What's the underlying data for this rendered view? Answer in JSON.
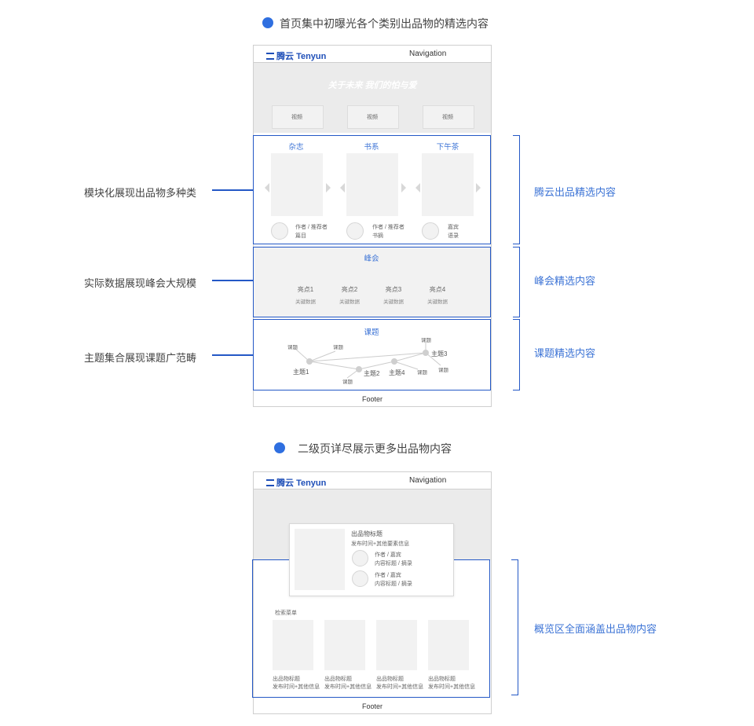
{
  "section1": {
    "title": "首页集中初曝光各个类别出品物的精选内容"
  },
  "section2": {
    "title": "二级页详尽展示更多出品物内容"
  },
  "home": {
    "logo": "Tenyun",
    "logo_cn": "腾云",
    "nav": "Navigation",
    "hero_text": "关于未来 我们的怕与爱",
    "videos": [
      "视频",
      "视频",
      "视频"
    ],
    "modules": [
      {
        "title": "杂志",
        "lines": [
          "作者 / 推荐者",
          "篇目"
        ]
      },
      {
        "title": "书系",
        "lines": [
          "作者 / 推荐者",
          "书摘"
        ]
      },
      {
        "title": "下午茶",
        "lines": [
          "嘉宾",
          "语录"
        ]
      }
    ],
    "summit": {
      "title": "峰会",
      "highlights": [
        {
          "label": "亮点1",
          "sub": "关键数据"
        },
        {
          "label": "亮点2",
          "sub": "关键数据"
        },
        {
          "label": "亮点3",
          "sub": "关键数据"
        },
        {
          "label": "亮点4",
          "sub": "关键数据"
        }
      ]
    },
    "topics": {
      "title": "课题",
      "nodes": [
        "主题1",
        "主题2",
        "主题3",
        "主题4"
      ],
      "sub": "课题"
    },
    "footer": "Footer"
  },
  "annotations": {
    "left": [
      "模块化展现出品物多种类",
      "实际数据展现峰会大规模",
      "主题集合展现课题广范畴"
    ],
    "right": [
      "腾云出品精选内容",
      "峰会精选内容",
      "课题精选内容"
    ],
    "detail_right": "概览区全面涵盖出品物内容"
  },
  "detail": {
    "logo": "Tenyun",
    "logo_cn": "腾云",
    "nav": "Navigation",
    "card_title": "出品物标题",
    "card_meta": "发布时间+其他要素信息",
    "people": [
      {
        "name": "作者 / 嘉宾",
        "desc": "内容标题 / 摘录"
      },
      {
        "name": "作者 / 嘉宾",
        "desc": "内容标题 / 摘录"
      }
    ],
    "filter": "检索菜单",
    "items": [
      {
        "title": "出品物标题",
        "meta": "发布时间+其他信息"
      },
      {
        "title": "出品物标题",
        "meta": "发布时间+其他信息"
      },
      {
        "title": "出品物标题",
        "meta": "发布时间+其他信息"
      },
      {
        "title": "出品物标题",
        "meta": "发布时间+其他信息"
      }
    ],
    "footer": "Footer"
  },
  "colors": {
    "accent": "#2458c6",
    "text_blue": "#3d74d6",
    "dot": "#2f6fe0",
    "placeholder": "#f2f2f2"
  }
}
